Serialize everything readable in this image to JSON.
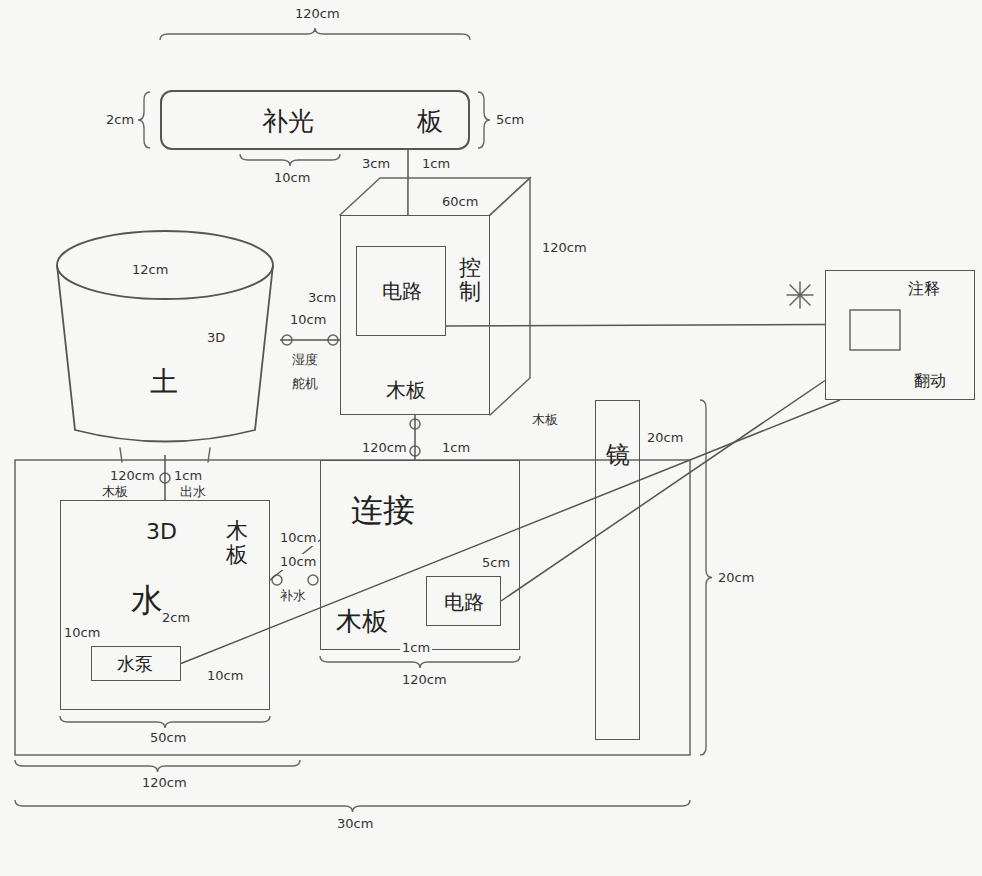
{
  "diagram": {
    "nodes": [
      {
        "text": [
          "补光",
          "板"
        ]
      },
      {
        "text": [
          "土"
        ]
      },
      {
        "text": [
          "控制",
          "木板"
        ]
      },
      {
        "text": [
          "电路"
        ],
        "in": 2
      },
      {
        "text": [
          "注释",
          "翻动"
        ]
      },
      {
        "text": [
          "3D",
          "木板",
          "水"
        ]
      },
      {
        "text": [
          "水泵"
        ],
        "in": 5
      },
      {
        "text": [
          "连接",
          "木板"
        ]
      },
      {
        "text": [
          "电路"
        ],
        "in": 7
      },
      {
        "text": [
          "镜"
        ]
      }
    ],
    "edges": [
      {
        "from": 3,
        "to": 4,
        "arrow": "none"
      },
      {
        "from": 8,
        "to": 4,
        "arrow": "none"
      },
      {
        "from": 6,
        "to": 4,
        "arrow": "none"
      },
      {
        "from": 1,
        "to": 2,
        "arrow": "none"
      },
      {
        "from": 2,
        "to": 7,
        "arrow": "none"
      },
      {
        "from": 5,
        "to": 7,
        "arrow": "none"
      },
      {
        "from": 0,
        "to": 2,
        "arrow": "none"
      },
      {
        "from": 1,
        "to": 5,
        "arrow": "none"
      }
    ],
    "labels": [
      "120cm",
      "2cm",
      "5cm",
      "10cm",
      "3cm",
      "1cm",
      "12cm",
      "3D",
      "10cm",
      "3cm",
      "湿度",
      "舵机",
      "60cm",
      "120cm",
      "120cm",
      "1cm",
      "木板",
      "20cm",
      "120cm",
      "1cm",
      "木板",
      "出水",
      "10cm",
      "10cm",
      "补水",
      "5cm",
      "1cm",
      "2cm",
      "10cm",
      "10cm",
      "50cm",
      "120cm",
      "120cm",
      "30cm",
      "20cm"
    ]
  }
}
